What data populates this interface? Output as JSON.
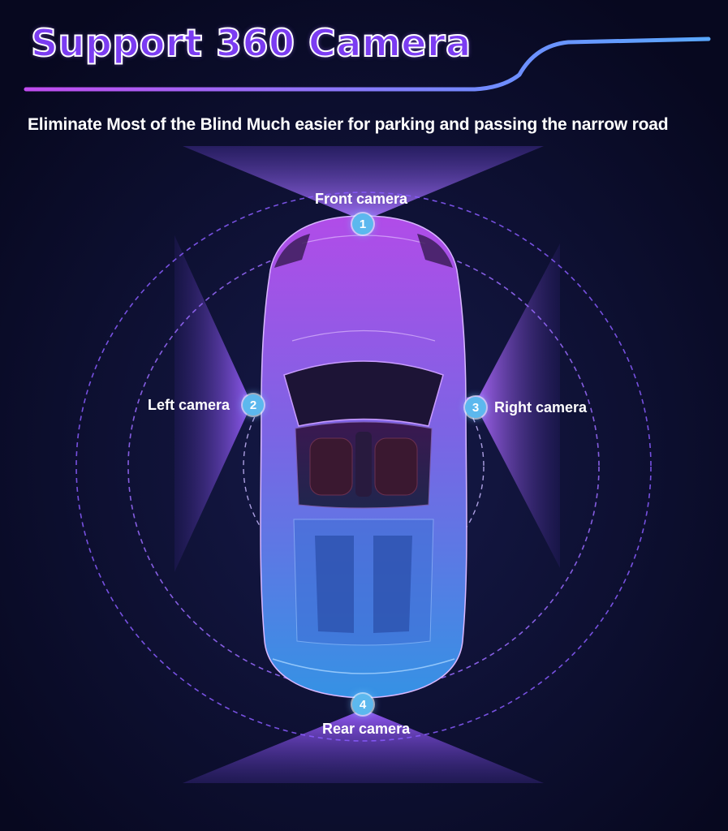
{
  "header": {
    "title": "Support 360 Camera",
    "subtitle": "Eliminate Most of the Blind Much easier for parking and passing the narrow road"
  },
  "cameras": [
    {
      "number": "1",
      "label": "Front camera"
    },
    {
      "number": "2",
      "label": "Left camera"
    },
    {
      "number": "3",
      "label": "Right camera"
    },
    {
      "number": "4",
      "label": "Rear camera"
    }
  ],
  "colors": {
    "background": "#0a0b2a",
    "title_fill": "#7b3cf2",
    "badge": "#5cb8ee",
    "car_top": "#a64ee6",
    "car_bottom": "#3a8fe0",
    "ring": "#9a6bff"
  }
}
